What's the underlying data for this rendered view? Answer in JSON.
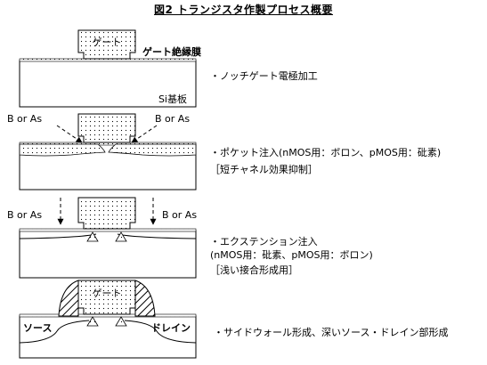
{
  "title": "図2 トランジスタ作製プロセス概要",
  "labels": {
    "gate": "ゲート",
    "gate_insulator": "ゲート絶縁膜",
    "substrate": "Si基板",
    "implant_species": "B or As",
    "source": "ソース",
    "drain": "ドレイン"
  },
  "steps": [
    {
      "lines": [
        "・ノッチゲート電極加工"
      ]
    },
    {
      "lines": [
        "・ポケット注入(nMOS用：ボロン、pMOS用：砒素)",
        "［短チャネル効果抑制］"
      ]
    },
    {
      "lines": [
        "・エクステンション注入",
        "(nMOS用：砒素、pMOS用：ボロン)",
        "［浅い接合形成用］"
      ]
    },
    {
      "lines": [
        "・サイドウォール形成、深いソース・ドレイン部形成"
      ]
    }
  ]
}
